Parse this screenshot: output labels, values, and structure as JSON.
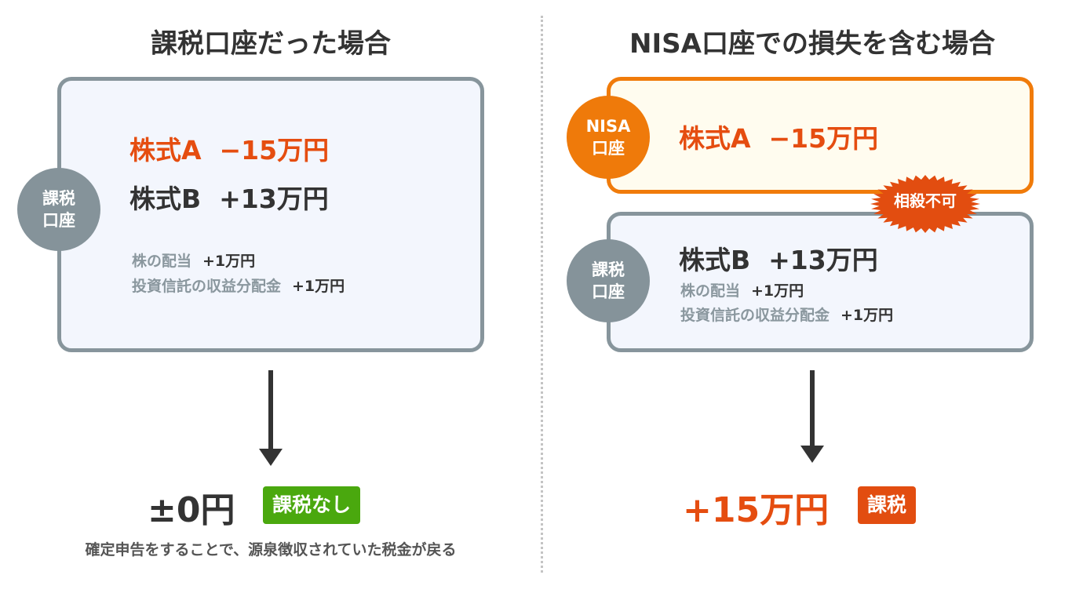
{
  "left": {
    "title": "課税口座だった場合",
    "account_badge": [
      "課税",
      "口座"
    ],
    "stock_a": {
      "label": "株式A",
      "value": "−15万円"
    },
    "stock_b": {
      "label": "株式B",
      "value": "+13万円"
    },
    "dividend": {
      "label": "株の配当",
      "value": "+1万円"
    },
    "fund": {
      "label": "投資信託の収益分配金",
      "value": "+1万円"
    },
    "result": "±0円",
    "result_badge": "課税なし",
    "note": "確定申告をすることで、源泉徴収されていた税金が戻る"
  },
  "right": {
    "title": "NISA口座での損失を含む場合",
    "nisa_badge": [
      "NISA",
      "口座"
    ],
    "stock_a": {
      "label": "株式A",
      "value": "−15万円"
    },
    "offset_badge": "相殺不可",
    "account_badge": [
      "課税",
      "口座"
    ],
    "stock_b": {
      "label": "株式B",
      "value": "+13万円"
    },
    "dividend": {
      "label": "株の配当",
      "value": "+1万円"
    },
    "fund": {
      "label": "投資信託の収益分配金",
      "value": "+1万円"
    },
    "result": "+15万円",
    "result_badge": "課税"
  },
  "colors": {
    "orange": "#ef7a0a",
    "red_orange": "#e24d10",
    "gray": "#85939a",
    "green": "#4aa80e"
  }
}
